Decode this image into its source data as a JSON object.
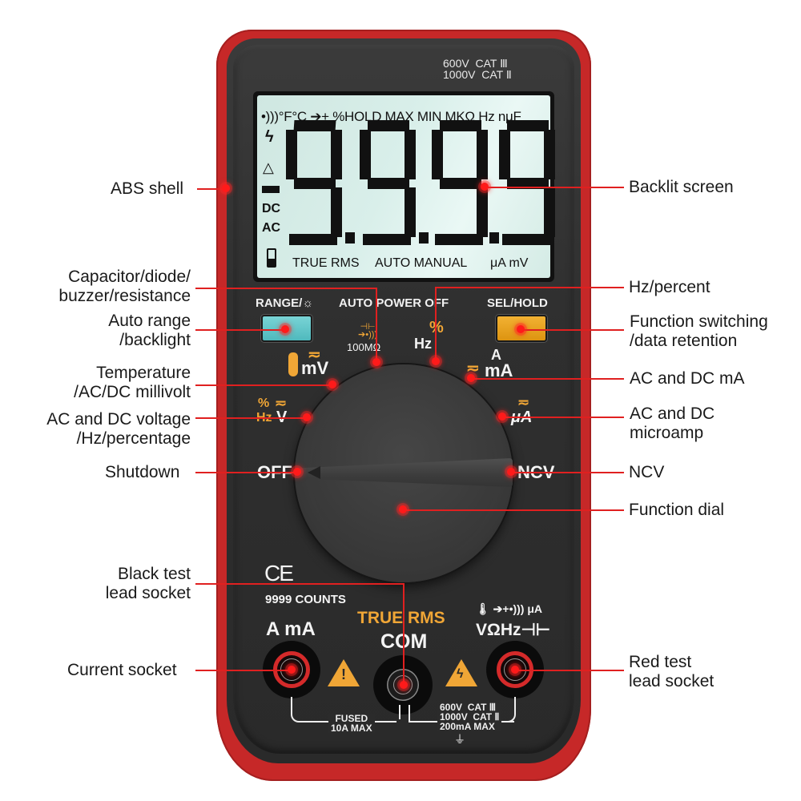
{
  "device": {
    "cat_rating_top": "600V  CAT Ⅲ\n1000V  CAT Ⅱ",
    "lcd": {
      "top_row": "•)))°F°C ➔+ %HOLD MAX MIN MKΩ Hz nμF",
      "side": {
        "lightning": "ϟ",
        "delta": "△",
        "minus": "▬",
        "dc": "DC",
        "ac": "AC",
        "battery": "🔋"
      },
      "digits": "-9.9.9.9",
      "bottom_left": "TRUE RMS",
      "bottom_mid": "AUTO MANUAL",
      "bottom_right": "μA mV"
    },
    "buttons": {
      "range_label": "RANGE/☼",
      "auto_power_off": "AUTO  POWER  OFF",
      "sel_hold_label": "SEL/HOLD"
    },
    "dial_positions": {
      "cap_diode": "⊣⊢\n➔•)))",
      "resistance": "100MΩ",
      "hz_pct_top": "%",
      "hz_pct_bottom": "Hz",
      "temp_mv_symbol": "≂",
      "temp_mv": "mV",
      "ma_symbol_a": "A",
      "ma": "mA",
      "ac_dc_symbol": "≂",
      "volt_pct": "%",
      "volt_hz": "Hz",
      "volt": "V",
      "ua": "μA",
      "off": "OFF",
      "ncv": "NCV"
    },
    "ce_mark": "CE",
    "counts": "9999 COUNTS",
    "true_rms": "TRUE RMS",
    "sockets": {
      "left_label": "A  mA",
      "com_label": "COM",
      "right_label_top": "🌡 ➔+•))) μA",
      "right_label_bottom": "VΩHz⊣⊢"
    },
    "fused_label": "FUSED\n10A MAX",
    "rating_bottom": "600V  CAT Ⅲ\n1000V  CAT Ⅱ\n200mA MAX",
    "ground_symbol": "⏚",
    "colors": {
      "shell": "#c62828",
      "body": "#2f2f2f",
      "lcd": "#d6ede8",
      "range_button": "#5cc3c6",
      "sel_button": "#e9a21f",
      "accent_orange": "#f0a636",
      "callout_line": "#e02020"
    }
  },
  "callouts": {
    "left": [
      {
        "text": "ABS shell"
      },
      {
        "text": "Capacitor/diode/\nbuzzer/resistance"
      },
      {
        "text": "Auto range\n/backlight"
      },
      {
        "text": "Temperature\n/AC/DC millivolt"
      },
      {
        "text": "AC and DC voltage\n/Hz/percentage"
      },
      {
        "text": "Shutdown"
      },
      {
        "text": "Black test\nlead socket"
      },
      {
        "text": "Current socket"
      }
    ],
    "right": [
      {
        "text": "Backlit screen"
      },
      {
        "text": "Hz/percent"
      },
      {
        "text": "Function switching\n/data retention"
      },
      {
        "text": "AC and DC mA"
      },
      {
        "text": "AC and DC\nmicroamp"
      },
      {
        "text": "NCV"
      },
      {
        "text": "Function dial"
      },
      {
        "text": "Red test\nlead socket"
      }
    ]
  }
}
